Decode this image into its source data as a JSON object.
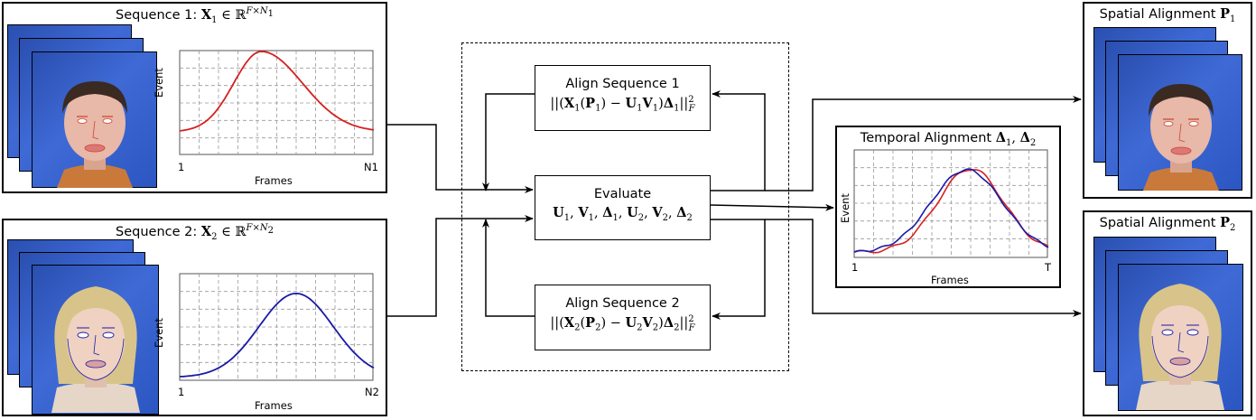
{
  "panels": {
    "seq1": {
      "title_prefix": "Sequence 1: ",
      "plot": {
        "ylabel": "Event",
        "xlabel": "Frames",
        "x_start": "1",
        "x_end": "N1"
      }
    },
    "seq2": {
      "title_prefix": "Sequence 2: ",
      "plot": {
        "ylabel": "Event",
        "xlabel": "Frames",
        "x_start": "1",
        "x_end": "N2"
      }
    },
    "spatial1": {
      "title_prefix": "Spatial Alignment "
    },
    "spatial2": {
      "title_prefix": "Spatial Alignment "
    },
    "temporal": {
      "title_prefix": "Temporal Alignment ",
      "plot": {
        "ylabel": "Event",
        "xlabel": "Frames",
        "x_start": "1",
        "x_end": "T"
      }
    }
  },
  "boxes": {
    "align1": {
      "label": "Align Sequence 1"
    },
    "evaluate": {
      "label": "Evaluate"
    },
    "align2": {
      "label": "Align Sequence 2"
    }
  },
  "colors": {
    "seq1_curve": "#d62020",
    "seq2_curve": "#1a1aa8",
    "temporal_red": "#d62020",
    "temporal_blue": "#1a1aa8",
    "background_blue": "#2f5cc8"
  },
  "icons": {
    "frames": "face-frame-stack-image"
  }
}
